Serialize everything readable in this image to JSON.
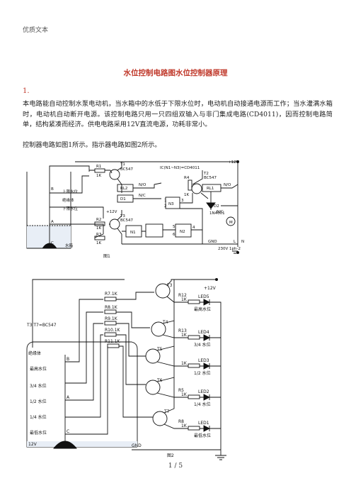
{
  "header": "优质文本",
  "title": "水位控制电路图水位控制器原理",
  "section_number": "1.",
  "paragraph": "本电路能自动控制水泵电动机，当水箱中的水低于下限水位时，电动机自动接通电源而工作；当水灌满水箱时，电动机自动断开电源。该控制电路只用一只四组双输入与非门集成电路(CD4011)，因而控制电路简单，结构紧凑而经济。供电电路采用12V直流电源，功耗非常小。",
  "paragraph2": "控制器电路如图1所示。指示器电路如图2所示。",
  "fig1": {
    "ic_label": "IC(N1~N3)=CD4011",
    "power": "+12V",
    "power2": "+12V",
    "upper_level": "上限水位",
    "insulator": "绝缘体",
    "lower_level": "下限水位",
    "tank": "水箱",
    "node_b": "B",
    "node_a": "A",
    "node_c": "C",
    "r1": "R1",
    "r1v": "1K",
    "r2": "R2",
    "r2v": "1K",
    "r3": "R3",
    "r3v": "1K",
    "r4": "R4",
    "r4v": "1K",
    "t1": "T1",
    "t1m": "BC547",
    "t2": "T2",
    "t2m": "BC547",
    "t3": "T3",
    "t3m": "BC547",
    "n1": "N1",
    "n2": "N2",
    "n3": "N3",
    "rl2": "RL2",
    "rl1": "RL1",
    "d1": "D1",
    "d2": "D2",
    "d2m": "1N4001",
    "no": "N/O",
    "nc": "N/C",
    "gnd": "GND",
    "ac": "230V 1ph-2",
    "ac_l": "L",
    "ac_n": "N",
    "motor": "M",
    "caption": "图1",
    "pin1": "1",
    "pin2": "2",
    "pin3": "3",
    "pin4": "4",
    "pin5": "5",
    "pin6": "6"
  },
  "fig2": {
    "power": "+12V",
    "transistors": "T3 T7=BC547",
    "insulator": "绝缘体",
    "node_b": "B",
    "node_a": "A",
    "node_c": "C",
    "levels": [
      "最高水位",
      "3/4 水位",
      "1/2 水位",
      "1/4 水位",
      "最低水位"
    ],
    "base_resistors": [
      "R7.1K",
      "R8.1K",
      "R9.1K",
      "R10.1K",
      "R11.1K"
    ],
    "t_labels": [
      "T3",
      "T4",
      "T5",
      "T6",
      "T7"
    ],
    "r_labels": [
      "R12",
      "R13",
      "",
      "R5",
      "R8"
    ],
    "r_values": [
      "1K",
      "1K",
      "1K",
      "1K",
      "1K"
    ],
    "leds": [
      "LED5",
      "LED4",
      "LED3",
      "LED2",
      "LED1"
    ],
    "led_levels": [
      "最高水位",
      "3/4 水位",
      "1/2 水位",
      "1/4 水位",
      "最低水位"
    ],
    "gnd": "GND",
    "gnd2": "12V",
    "caption": "图2"
  },
  "footer": "1 / 5"
}
